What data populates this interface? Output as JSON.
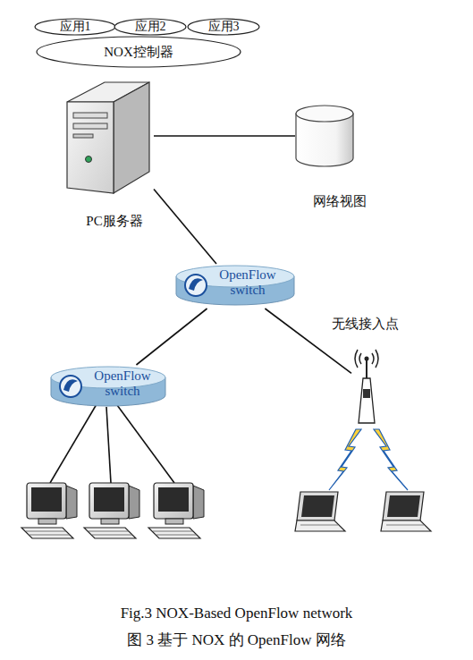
{
  "diagram": {
    "caption": "Fig.3 NOX-Based OpenFlow network",
    "nodes": [
      {
        "text": [
          "应用1"
        ]
      },
      {
        "text": [
          "应用2"
        ]
      },
      {
        "text": [
          "应用3"
        ]
      },
      {
        "text": [
          "NOX控制器"
        ]
      },
      {
        "text": [
          "PC服务器"
        ]
      },
      {
        "text": [
          "网络视图"
        ]
      },
      {
        "text": [
          "OpenFlow switch"
        ]
      },
      {
        "text": [
          "OpenFlow switch"
        ]
      },
      {
        "text": [
          "无线接入点"
        ]
      }
    ],
    "edges": [
      {
        "from": 4,
        "to": 5,
        "arrow": "none"
      },
      {
        "from": 4,
        "to": 6,
        "arrow": "none"
      },
      {
        "from": 6,
        "to": 7,
        "arrow": "none"
      },
      {
        "from": 6,
        "to": 8,
        "arrow": "none"
      }
    ],
    "labels": [
      "图 3 基于 NOX 的 OpenFlow 网络"
    ]
  }
}
